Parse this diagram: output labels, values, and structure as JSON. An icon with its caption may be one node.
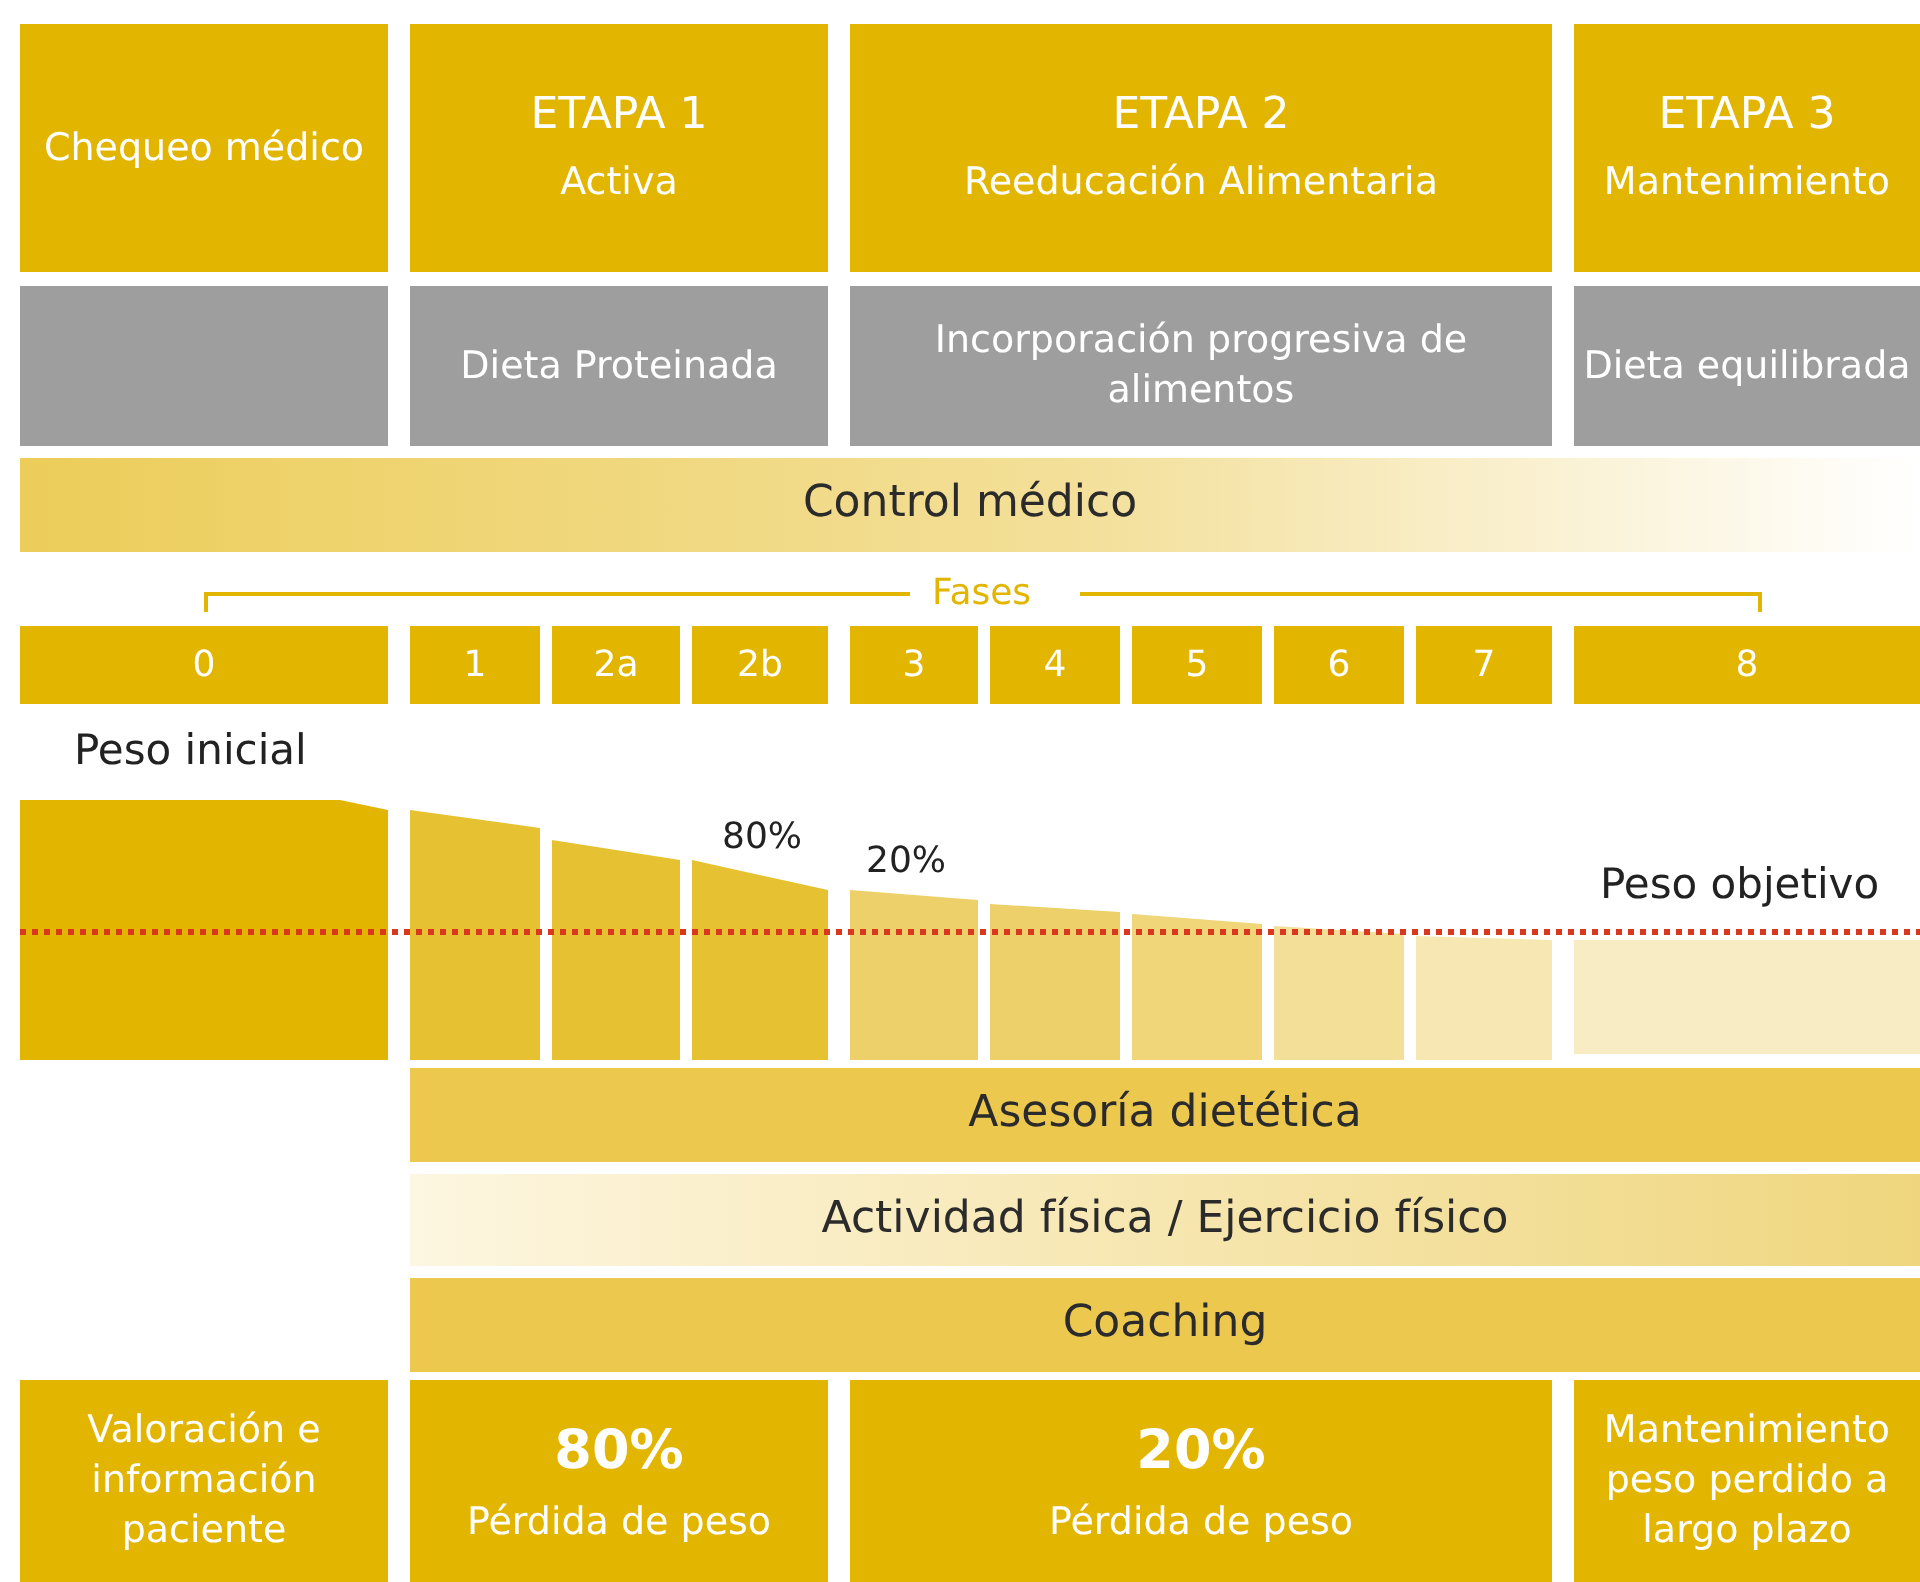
{
  "diagram": {
    "nodes": [
      {
        "text": [
          "Chequeo médico"
        ]
      },
      {
        "text": [
          "ETAPA 1",
          "Activa"
        ]
      },
      {
        "text": [
          "ETAPA 2",
          "Reeducación Alimentaria"
        ]
      },
      {
        "text": [
          "ETAPA 3",
          "Mantenimiento"
        ]
      },
      {
        "text": [],
        "shape": "box"
      },
      {
        "text": [
          "Dieta Proteinada"
        ]
      },
      {
        "text": [
          "Incorporación progresiva de alimentos"
        ]
      },
      {
        "text": [
          "Dieta equilibrada"
        ]
      },
      {
        "text": [
          "Control médico"
        ]
      },
      {
        "text": [
          "0"
        ]
      },
      {
        "text": [
          "1"
        ]
      },
      {
        "text": [
          "2a"
        ]
      },
      {
        "text": [
          "2b"
        ]
      },
      {
        "text": [
          "3"
        ]
      },
      {
        "text": [
          "4"
        ]
      },
      {
        "text": [
          "5"
        ]
      },
      {
        "text": [
          "6"
        ]
      },
      {
        "text": [
          "7"
        ]
      },
      {
        "text": [
          "8"
        ]
      },
      {
        "text": [
          "Asesoría dietética"
        ]
      },
      {
        "text": [
          "Actividad física / Ejercicio físico"
        ]
      },
      {
        "text": [
          "Coaching"
        ]
      },
      {
        "text": [
          "Valoración e información paciente"
        ]
      },
      {
        "text": [
          "80%",
          "Pérdida de peso"
        ]
      },
      {
        "text": [
          "20%",
          "Pérdida de peso"
        ]
      },
      {
        "text": [
          "Mantenimiento peso perdido a largo plazo"
        ]
      }
    ],
    "labels": [
      "Fases",
      "Peso inicial",
      "80%",
      "20%",
      "Peso objetivo"
    ]
  }
}
